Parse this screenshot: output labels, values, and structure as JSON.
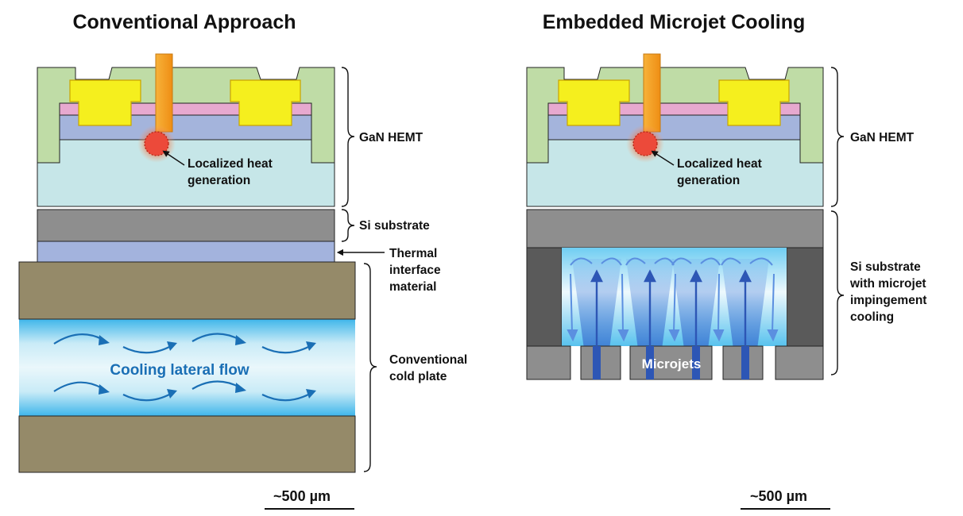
{
  "titles": {
    "left": "Conventional Approach",
    "right": "Embedded Microjet Cooling"
  },
  "left_labels": {
    "gan_hemt": "GaN HEMT",
    "heat_line1": "Localized heat",
    "heat_line2": "generation",
    "si_substrate": "Si substrate",
    "tim_line1": "Thermal",
    "tim_line2": "interface",
    "tim_line3": "material",
    "cold_line1": "Conventional",
    "cold_line2": "cold plate",
    "flow": "Cooling lateral flow",
    "scale": "~500 µm"
  },
  "right_labels": {
    "gan_hemt": "GaN HEMT",
    "heat_line1": "Localized heat",
    "heat_line2": "generation",
    "sub_line1": "Si substrate",
    "sub_line2": "with microjet",
    "sub_line3": "impingement",
    "sub_line4": "cooling",
    "jets": "Microjets",
    "scale": "~500 µm"
  },
  "colors": {
    "passivation_green": "#bfdca6",
    "contact_yellow": "#f5ef1e",
    "gate_orange": "#f5a623",
    "barrier_pink": "#e7a9cf",
    "gan_blue": "#a4b4dc",
    "buffer_cyan": "#c6e6e8",
    "si_gray": "#8e8e8e",
    "tim_blue": "#a3b3dd",
    "coldplate_olive": "#958a69",
    "flow_blue": "#1a6fb5",
    "jet_blue": "#2d56b5",
    "hotspot_red": "#ec4a3a"
  }
}
